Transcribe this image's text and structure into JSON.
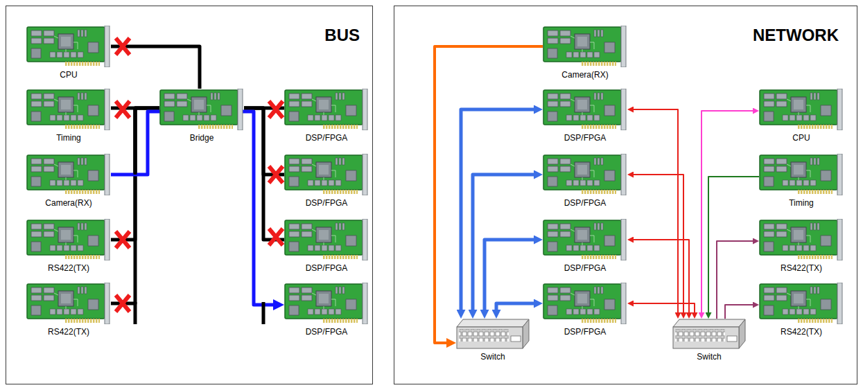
{
  "diagram": {
    "nodes": [
      {
        "text": [
          "BUS"
        ]
      },
      {
        "text": [
          "CPU"
        ],
        "in": 0
      },
      {
        "text": [
          "Timing"
        ],
        "in": 0
      },
      {
        "text": [
          "Camera(RX)"
        ],
        "in": 0
      },
      {
        "text": [
          "RS422(TX)"
        ],
        "in": 0
      },
      {
        "text": [
          "RS422(TX)"
        ],
        "in": 0
      },
      {
        "text": [
          "Bridge"
        ],
        "in": 0
      },
      {
        "text": [
          "DSP/FPGA"
        ],
        "in": 0
      },
      {
        "text": [
          "DSP/FPGA"
        ],
        "in": 0
      },
      {
        "text": [
          "DSP/FPGA"
        ],
        "in": 0
      },
      {
        "text": [
          "DSP/FPGA"
        ],
        "in": 0
      },
      {
        "text": [
          "NETWORK"
        ]
      },
      {
        "text": [
          "Camera(RX)"
        ],
        "in": 11
      },
      {
        "text": [
          "DSP/FPGA"
        ],
        "in": 11
      },
      {
        "text": [
          "DSP/FPGA"
        ],
        "in": 11
      },
      {
        "text": [
          "DSP/FPGA"
        ],
        "in": 11
      },
      {
        "text": [
          "DSP/FPGA"
        ],
        "in": 11
      },
      {
        "text": [
          "CPU"
        ],
        "in": 11
      },
      {
        "text": [
          "Timing"
        ],
        "in": 11
      },
      {
        "text": [
          "RS422(TX)"
        ],
        "in": 11
      },
      {
        "text": [
          "RS422(TX)"
        ],
        "in": 11
      },
      {
        "text": [
          "Switch"
        ],
        "in": 11
      },
      {
        "text": [
          "Switch"
        ],
        "in": 11
      }
    ],
    "edges": [
      {
        "from": 1,
        "to": 6,
        "arrow": "none"
      },
      {
        "from": 6,
        "to": 2,
        "arrow": "none"
      },
      {
        "from": 6,
        "to": 4,
        "arrow": "none"
      },
      {
        "from": 6,
        "to": 5,
        "arrow": "none"
      },
      {
        "from": 6,
        "to": 7,
        "arrow": "none"
      },
      {
        "from": 6,
        "to": 8,
        "arrow": "none"
      },
      {
        "from": 6,
        "to": 9,
        "arrow": "none"
      },
      {
        "from": 3,
        "to": 10,
        "arrow": "to"
      },
      {
        "from": 12,
        "to": 21,
        "arrow": "to"
      },
      {
        "from": 21,
        "to": 13,
        "arrow": "both"
      },
      {
        "from": 21,
        "to": 14,
        "arrow": "both"
      },
      {
        "from": 21,
        "to": 15,
        "arrow": "both"
      },
      {
        "from": 21,
        "to": 16,
        "arrow": "both"
      },
      {
        "from": 13,
        "to": 22,
        "arrow": "both"
      },
      {
        "from": 14,
        "to": 22,
        "arrow": "both"
      },
      {
        "from": 15,
        "to": 22,
        "arrow": "both"
      },
      {
        "from": 16,
        "to": 22,
        "arrow": "both"
      },
      {
        "from": 22,
        "to": 17,
        "arrow": "both"
      },
      {
        "from": 18,
        "to": 22,
        "arrow": "to"
      },
      {
        "from": 22,
        "to": 19,
        "arrow": "to"
      },
      {
        "from": 22,
        "to": 20,
        "arrow": "to"
      }
    ]
  }
}
